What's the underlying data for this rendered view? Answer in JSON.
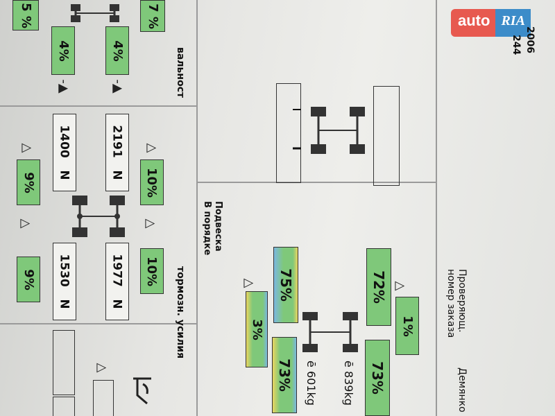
{
  "watermark": {
    "brand_left": "auto",
    "brand_right": "RIA"
  },
  "corner_text": {
    "line1": "2006",
    "line2": "244"
  },
  "left_panel": {
    "top_cut_left": "5 %",
    "top_cut_right": "7 %",
    "col_a_pct": "4%",
    "col_b_pct": "4%",
    "row_label": "вальност",
    "force_a_top": "1400",
    "force_a_top_unit": "N",
    "force_b_top": "2191",
    "force_b_top_unit": "N",
    "pct_a_mid": "9%",
    "pct_b_mid": "10%",
    "force_a_bottom": "1530",
    "force_a_bottom_unit": "N",
    "force_b_bottom": "1977",
    "force_b_bottom_unit": "N",
    "pct_a_bottom": "9%",
    "pct_b_bottom": "10%",
    "section_label": "тормозн. усилия"
  },
  "middle_panel": {
    "suspension_title": "Подвеска",
    "suspension_status": "В порядке",
    "front_left_pct": "72%",
    "front_right_pct": "73%",
    "front_diff_pct": "1%",
    "rear_left_pct": "75%",
    "rear_right_pct": "73%",
    "rear_diff_pct": "3%",
    "weight_front": "839kg",
    "weight_rear": "601kg"
  },
  "right_panel": {
    "inspector_label": "Проверяющ.",
    "order_label": "номер заказа",
    "inspector_name": "Демянко"
  }
}
